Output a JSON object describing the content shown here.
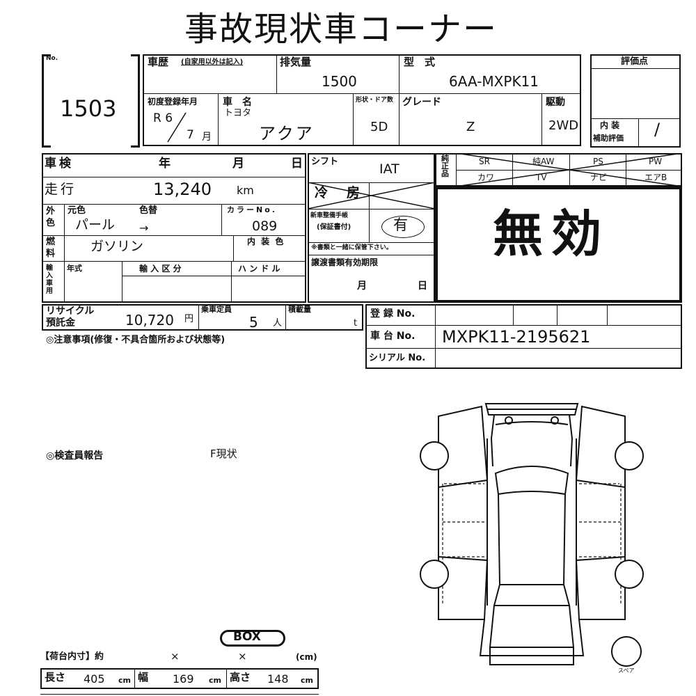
{
  "title": "事故現状車コーナー",
  "no_label": "No.",
  "lot_number": "1503",
  "history": {
    "label": "車歴",
    "note": "(自家用以外は記入)"
  },
  "displacement": {
    "label": "排気量",
    "value": "1500"
  },
  "model_code": {
    "label": "型　式",
    "value": "6AA-MXPK11"
  },
  "evaluation": {
    "label": "評価点",
    "value": ""
  },
  "first_registration": {
    "label": "初度登録年月",
    "era": "R 6",
    "month": "7",
    "month_unit": "月"
  },
  "car_name": {
    "label": "車　名",
    "maker": "トヨタ",
    "value": "アクア"
  },
  "shape_doors": {
    "label": "形状・ドア数",
    "value": "5D"
  },
  "grade": {
    "label": "グレード",
    "value": "Z"
  },
  "drive": {
    "label": "駆動",
    "value": "2WD"
  },
  "interior_eval": {
    "label1": "内 装",
    "label2": "補助評価",
    "value": "/"
  },
  "inspection": {
    "label": "車検",
    "year": "年",
    "month": "月",
    "day": "日"
  },
  "mileage": {
    "label": "走行",
    "value": "13,240",
    "unit": "km"
  },
  "shift": {
    "label": "シフト",
    "value": "IAT"
  },
  "aircon": {
    "label": "冷　房"
  },
  "equipment": {
    "label": "純正品",
    "row1": [
      "SR",
      "純AW",
      "PS",
      "PW"
    ],
    "row2": [
      "カワ",
      "TV",
      "ナビ",
      "エアB"
    ]
  },
  "exterior_color": {
    "label1": "外",
    "label2": "色",
    "orig_label": "元色",
    "orig_value": "パール",
    "change_label": "色替",
    "change_value": "→"
  },
  "color_no": {
    "label": "カラーNo.",
    "value": "089"
  },
  "interior_color": {
    "label": "内 装 色"
  },
  "maintenance_book": {
    "label1": "新車整備手帳",
    "label2": "(保証書付)",
    "value": "有",
    "note": "※書類と一緒に保管下さい。"
  },
  "invalid_stamp": "無効",
  "fuel": {
    "label1": "燃",
    "label2": "料",
    "value": "ガソリン"
  },
  "import": {
    "label": "輸入車用",
    "year": "年式",
    "category": "輸 入 区 分",
    "handle": "ハ ン ド ル"
  },
  "transfer_docs": {
    "label": "譲渡書類有効期限",
    "month": "月",
    "day": "日"
  },
  "recycle": {
    "label1": "リサイクル",
    "label2": "預託金",
    "value": "10,720",
    "unit": "円"
  },
  "capacity": {
    "label": "乗車定員",
    "value": "5",
    "unit": "人"
  },
  "load": {
    "label": "積載量",
    "unit": "t"
  },
  "registration_no": {
    "label": "登 録 No.",
    "value": ""
  },
  "chassis_no": {
    "label": "車 台 No.",
    "value": "MXPK11-2195621"
  },
  "serial_no": {
    "label": "シリアル No.",
    "value": ""
  },
  "notice": {
    "label": "◎注意事項(修復・不具合箇所および状態等)"
  },
  "inspector": {
    "label": "◎検査員報告",
    "value": "F現状"
  },
  "box_tag": "BOX",
  "cargo": {
    "label": "【荷台内寸】約",
    "x1": "×",
    "x2": "×",
    "unit": "(cm)"
  },
  "dimensions": {
    "length_label": "長さ",
    "length": "405",
    "width_label": "幅",
    "width": "169",
    "height_label": "高さ",
    "height": "148",
    "unit": "cm"
  },
  "spare_label": "スペア"
}
